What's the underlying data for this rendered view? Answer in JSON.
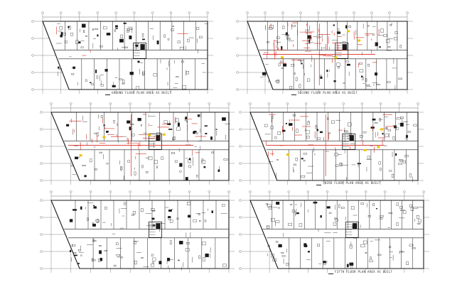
{
  "drawing": {
    "background": "#ffffff",
    "line_color": "#1a1a1a",
    "accent_red": "#d42a1e",
    "accent_yellow": "#f2c200",
    "panels": [
      {
        "id": "ground",
        "caption": "GROUND FLOOR PLAN AREA AS BUILT"
      },
      {
        "id": "second",
        "caption": "SECOND FLOOR PLAN AREA AS BUILT"
      },
      {
        "id": "third-left",
        "caption": ""
      },
      {
        "id": "third",
        "caption": "THIRD FLOOR PLAN AREA AS BUILT"
      },
      {
        "id": "fourth",
        "caption": ""
      },
      {
        "id": "fifth",
        "caption": "FIFTH FLOOR PLAN AREA AS BUILT"
      }
    ]
  }
}
